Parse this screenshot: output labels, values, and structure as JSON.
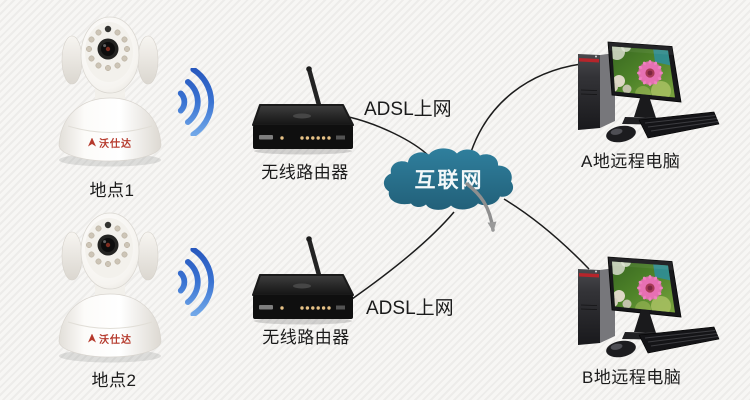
{
  "diagram": {
    "internet_cloud": {
      "label": "互联网"
    },
    "camera_sites": [
      {
        "location": "地点1",
        "router": "无线路由器",
        "uplink": "ADSL上网"
      },
      {
        "location": "地点2",
        "router": "无线路由器",
        "uplink": "ADSL上网"
      }
    ],
    "remote_computers": [
      {
        "label": "A地远程电脑"
      },
      {
        "label": "B地远程电脑"
      }
    ],
    "camera_brand": "沃仕达",
    "colors": {
      "cloud_teal": "#2b7592",
      "wifi_blue": "#3a73d2",
      "connection_line": "#1c1c1c",
      "arrow_gray": "#949494",
      "camera_logo_red": "#b5392c"
    }
  }
}
